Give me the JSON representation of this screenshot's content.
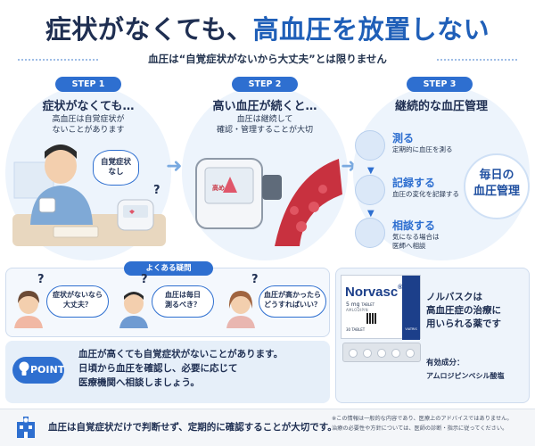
{
  "header": {
    "title_part1": "症状がなくても、",
    "title_part2": "高血圧を放置しない",
    "subtitle": "血圧は“自覚症状がないから大丈夫”とは限りません"
  },
  "steps": [
    {
      "badge": "STEP 1",
      "title": "症状がなくても…",
      "text_line1": "高血圧は自覚症状が",
      "text_line2": "ないことがあります",
      "bubble_line1": "自覚症状",
      "bubble_line2": "なし",
      "bubble_mark": "?"
    },
    {
      "badge": "STEP 2",
      "title": "高い血圧が続くと…",
      "text_line1": "血圧は継続して",
      "text_line2": "確認・管理することが大切",
      "monitor_label": "高め"
    },
    {
      "badge": "STEP 3",
      "title": "継続的な血圧管理",
      "items": [
        {
          "title": "測る",
          "text": "定期的に血圧を測る",
          "icon": "blood-pressure-monitor-icon"
        },
        {
          "title": "記録する",
          "text": "血圧の変化を記録する",
          "icon": "record-notebook-icon"
        },
        {
          "title": "相談する",
          "text_line1": "気になる場合は",
          "text_line2": "医師へ相談",
          "icon": "doctor-icon"
        }
      ],
      "badge_daily_line1": "毎日の",
      "badge_daily_line2": "血圧管理"
    }
  ],
  "faq": {
    "label": "よくある疑問",
    "questions": [
      {
        "line1": "症状がないなら",
        "line2": "大丈夫？"
      },
      {
        "line1": "血圧は毎日",
        "line2": "測るべき？"
      },
      {
        "line1": "血圧が高かったら",
        "line2": "どうすればいい？"
      }
    ],
    "question_mark": "?"
  },
  "point": {
    "badge": "POINT",
    "line1": "血圧が高くても自覚症状がないことがあります。",
    "line2": "日頃から血圧を確認し、必要に応じて",
    "line3": "医療機関へ相談しましょう。"
  },
  "drug": {
    "brand": "Norvasc",
    "brand_mark": "®",
    "dose": "5 mg",
    "dose_sub": "TABLET",
    "generic": "AMLODIPIN",
    "count": "30 TABLET",
    "manufacturer": "VIATRIS",
    "desc_line1": "ノルバスクは",
    "desc_line2": "高血圧症の治療に",
    "desc_line3": "用いられる薬です",
    "ingredient_label": "有効成分：",
    "ingredient": "アムロジピンベシル酸塩"
  },
  "footer": {
    "main": "血圧は自覚症状だけで判断せず、定期的に確認することが大切です。",
    "note_line1": "※この情報は一般的な内容であり、医療上のアドバイスではありません。",
    "note_line2": "治療の必要性や方針については、医師の診断・指示に従ってください。"
  },
  "colors": {
    "accent": "#2e6fd0",
    "title_dark": "#1f2f52",
    "title_blue": "#1f5fb8",
    "card_bg": "#edf4fc"
  }
}
